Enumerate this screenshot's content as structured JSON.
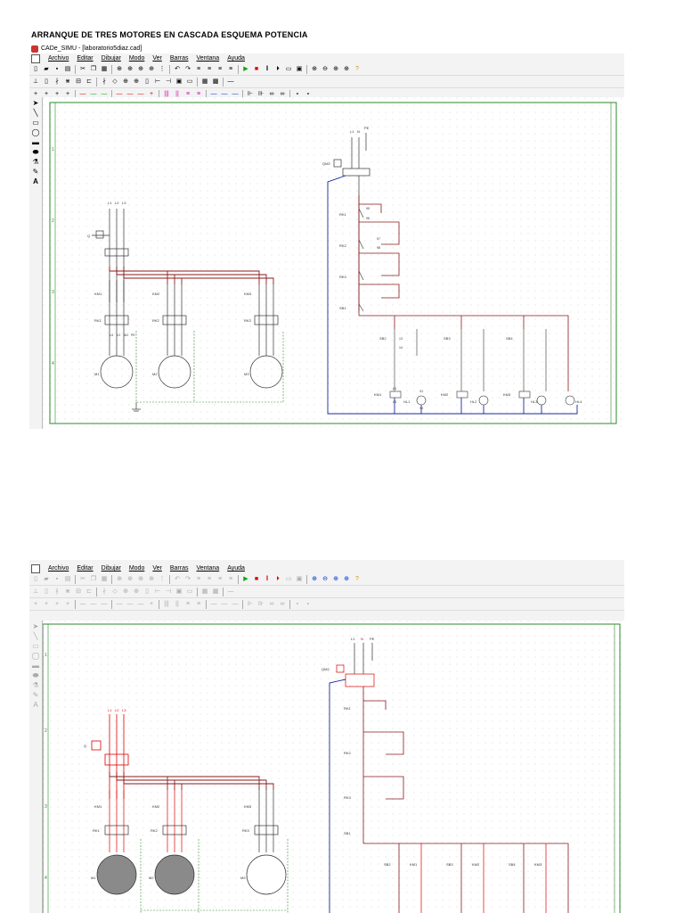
{
  "document_title": "ARRANQUE DE TRES MOTORES EN CASCADA ESQUEMA POTENCIA",
  "window_title": "CADe_SIMU - [laboratorio5diaz.cad]",
  "menu": [
    "Archivo",
    "Editar",
    "Dibujar",
    "Modo",
    "Ver",
    "Barras",
    "Ventana",
    "Ayuda"
  ],
  "power_circuit": {
    "lines": [
      "L1",
      "L2",
      "L3"
    ],
    "main_breaker": "Q",
    "contactors": [
      "KM1",
      "KM2",
      "KM3"
    ],
    "relays": [
      "RK1",
      "RK2",
      "RK3"
    ],
    "motors": [
      "M1",
      "M2",
      "M3"
    ],
    "terminals": [
      "U1",
      "V1",
      "W1",
      "PE"
    ]
  },
  "control_circuit": {
    "supply": [
      "L1",
      "N",
      "PE"
    ],
    "breaker": "QM2",
    "stop_buttons": [
      "RK1",
      "RK2",
      "RK3",
      "SB1"
    ],
    "start_buttons": [
      "SB2",
      "SB3",
      "SB4"
    ],
    "coils": [
      "KM1",
      "KM2",
      "KM3"
    ],
    "lamps": [
      "HL1",
      "HL2",
      "HL3",
      "HL4"
    ],
    "contacts": [
      "13",
      "14",
      "95",
      "96",
      "97",
      "98",
      "A1",
      "A2",
      "X1",
      "X2"
    ]
  },
  "row_labels": [
    "1",
    "2",
    "3",
    "4"
  ],
  "colors": {
    "wire_dark": "#8a1a1a",
    "wire_blue": "#1a2a9a",
    "wire_green": "#1a8a1a",
    "red_active": "#e00000"
  }
}
